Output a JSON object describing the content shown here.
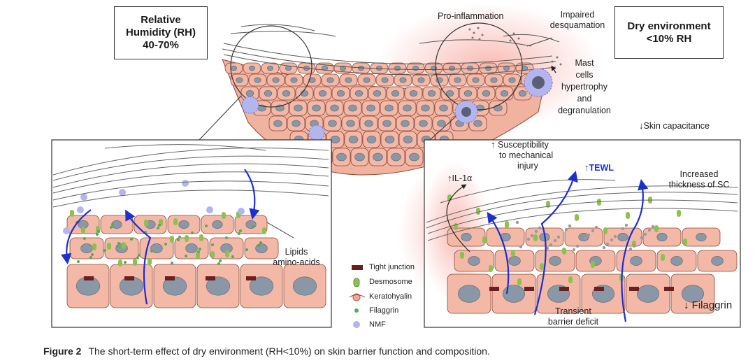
{
  "humidity_box": {
    "line1": "Relative",
    "line2": "Humidity (RH)",
    "line3": "40-70%"
  },
  "dry_box": {
    "line1": "Dry environment",
    "line2": "<10% RH"
  },
  "labels": {
    "pro_inflammation": "Pro-inflammation",
    "impaired_1": "Impaired",
    "impaired_2": "desquamation",
    "mast_1": "Mast",
    "mast_2": "cells",
    "mast_3": "hypertrophy",
    "mast_4": "and",
    "mast_5": "degranulation",
    "skin_capacitance": "Skin capacitance",
    "suscept_1": "Susceptibility",
    "suscept_2": "to mechanical",
    "suscept_3": "injury",
    "tewl": "TEWL",
    "il1a": "IL-1α",
    "thickness_1": "Increased",
    "thickness_2": "thickness of SC",
    "lipids_1": "Lipids",
    "lipids_2": "amino-acids",
    "transient_1": "Transient",
    "transient_2": "barrier deficit",
    "filaggrin_down": "Filaggrin"
  },
  "legend": [
    {
      "label": "Tight junction",
      "icon": "tight-junction-icon"
    },
    {
      "label": "Desmosome",
      "icon": "desmosome-icon"
    },
    {
      "label": "Keratohyalin",
      "icon": "keratohyalin-icon"
    },
    {
      "label": "Filaggrin",
      "icon": "filaggrin-dot-icon"
    },
    {
      "label": "NMF",
      "icon": "nmf-dot-icon"
    }
  ],
  "caption": {
    "figure_no": "Figure 2",
    "text": "The short-term effect of dry environment (RH<10%) on skin barrier function and composition."
  },
  "colors": {
    "cell_fill": "#f4b8a6",
    "cell_stroke": "#8a4a3a",
    "nucleus": "#8a97a6",
    "desmosome": "#8cc152",
    "tight_junction": "#6b1f1f",
    "filaggrin": "#4caf50",
    "nmf": "#b3b5ef",
    "arrow_blue": "#1c2fd0",
    "inflammation_glow": "#f7b0a8"
  }
}
